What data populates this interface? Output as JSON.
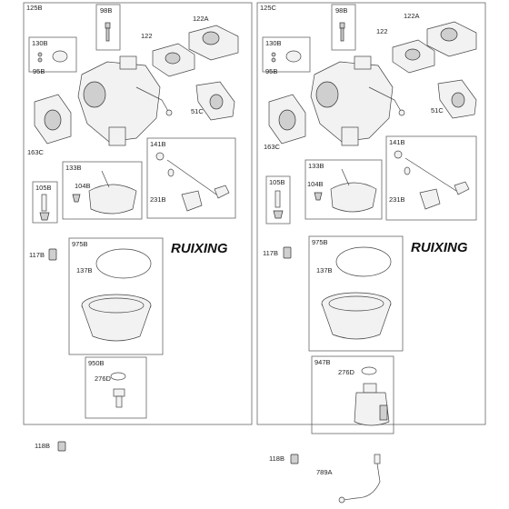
{
  "left": {
    "group": "125B",
    "kits": {
      "k98": "98B",
      "k130": "130B",
      "k133": "133B",
      "k141": "141B",
      "k105": "105B",
      "k975": "975B",
      "k950": "950B"
    },
    "parts": {
      "p122A": "122A",
      "p122": "122",
      "p95": "95B",
      "p51": "51C",
      "p163": "163C",
      "p104": "104B",
      "p231": "231B",
      "p117": "117B",
      "p137": "137B",
      "p276": "276D",
      "p118": "118B"
    },
    "brand": "RUIXING"
  },
  "right": {
    "group": "125C",
    "kits": {
      "k98": "98B",
      "k130": "130B",
      "k133": "133B",
      "k141": "141B",
      "k105": "105B",
      "k975": "975B",
      "k947": "947B"
    },
    "parts": {
      "p122A": "122A",
      "p122": "122",
      "p95": "95B",
      "p51": "51C",
      "p163": "163C",
      "p104": "104B",
      "p231": "231B",
      "p117": "117B",
      "p137": "137B",
      "p276": "276D",
      "p118": "118B",
      "p789": "789A"
    },
    "brand": "RUIXING"
  },
  "colors": {
    "line": "#444444",
    "box": "#666666",
    "fill": "#f2f2f2"
  }
}
